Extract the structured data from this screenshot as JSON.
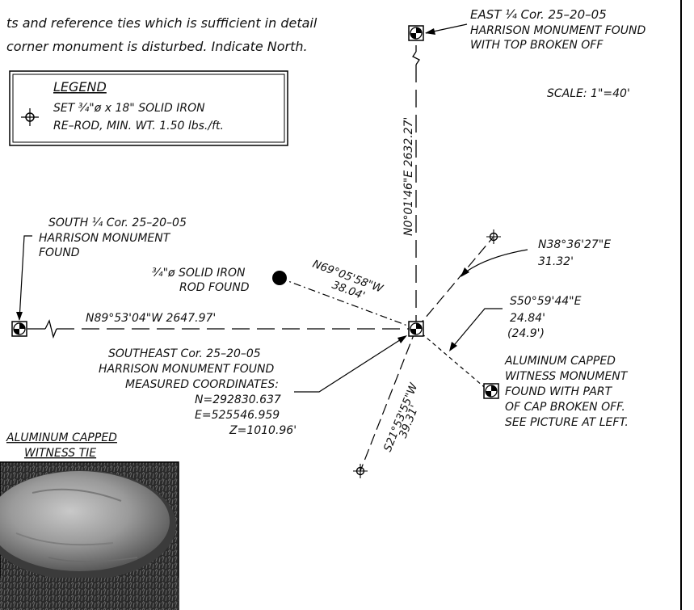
{
  "instructions": {
    "line1": "ts and reference ties which is sufficient in detail",
    "line2": "corner monument is disturbed.  Indicate North."
  },
  "legend": {
    "title": "LEGEND",
    "line1": "SET ¾\"ø x 18\" SOLID IRON",
    "line2": "RE–ROD, MIN. WT. 1.50 lbs./ft."
  },
  "scale": "SCALE:  1\"=40'",
  "east_corner": {
    "line1": "EAST ¼ Cor. 25–20–05",
    "line2": "HARRISON MONUMENT FOUND",
    "line3": "WITH TOP BROKEN OFF"
  },
  "south_corner": {
    "line1": "SOUTH ¼ Cor. 25–20–05",
    "line2": "HARRISON MONUMENT",
    "line3": "FOUND"
  },
  "iron_rod": {
    "line1": "¾\"ø SOLID IRON",
    "line2": "ROD FOUND"
  },
  "bearings": {
    "north_line": "N0°01'46\"E 2632.27'",
    "west_line": "N89°53'04\"W 2647.97'",
    "nw_tie_bearing": "N69°05'58\"W",
    "nw_tie_dist": "38.04'",
    "ne_tie_bearing": "N38°36'27\"E",
    "ne_tie_dist": "31.32'",
    "se_tie_bearing": "S50°59'44\"E",
    "se_tie_dist": "24.84'",
    "se_tie_record": "(24.9')",
    "sw_tie_bearing": "S21°53'55\"W",
    "sw_tie_dist": "39.31'"
  },
  "southeast_corner": {
    "line1": "SOUTHEAST Cor. 25–20–05",
    "line2": "HARRISON MONUMENT FOUND",
    "line3": "MEASURED COORDINATES:",
    "n": "N=292830.637",
    "e": "E=525546.959",
    "z": "Z=1010.96'"
  },
  "witness_note": {
    "line1": "ALUMINUM CAPPED",
    "line2": "WITNESS MONUMENT",
    "line3": "FOUND WITH PART",
    "line4": "OF CAP BROKEN OFF.",
    "line5": "SEE PICTURE AT LEFT."
  },
  "photo_caption": {
    "line1": "ALUMINUM CAPPED",
    "line2": "WITNESS  TIE"
  }
}
